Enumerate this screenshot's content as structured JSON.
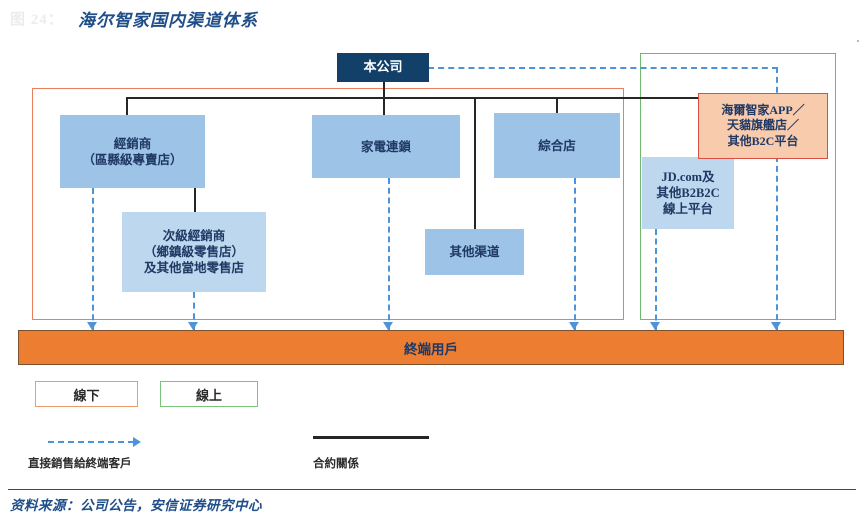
{
  "header": {
    "figure_prefix": "图 24：",
    "title": "海尔智家国内渠道体系",
    "title_color": "#1f4e89"
  },
  "diagram": {
    "frames": {
      "offline_label": "offline-channel-frame",
      "online_label": "online-channel-frame",
      "offline_color": "#e8815a",
      "online_color": "#6fb96f"
    },
    "nodes": {
      "company": "本公司",
      "distributor": "經銷商\n（區縣級專賣店）",
      "sub_distributor": "次級經銷商\n（鄉鎮級零售店）\n及其他當地零售店",
      "appliance_chain": "家電連鎖",
      "other_channel": "其他渠道",
      "general_store": "綜合店",
      "b2b2c": "JD.com及\n其他B2B2C\n線上平台",
      "b2c": "海爾智家APP／\n天貓旗艦店／\n其他B2C平台",
      "end_users": "終端用戶"
    },
    "node_colors": {
      "company": "#134068",
      "blue": "#9dc3e6",
      "blue_light": "#bdd7ee",
      "orange_node": "#f8cbad",
      "orange_node_border": "#d94f43",
      "users_bar": "#ed7d31",
      "dashed_line": "#4d93d9",
      "solid_line": "#262626"
    }
  },
  "legend": {
    "offline": "線下",
    "online": "線上",
    "direct_sales": "直接銷售給終端客戶",
    "contract_relation": "合約關係"
  },
  "footer": {
    "source": "资料来源：公司公告，安信证券研究中心"
  }
}
